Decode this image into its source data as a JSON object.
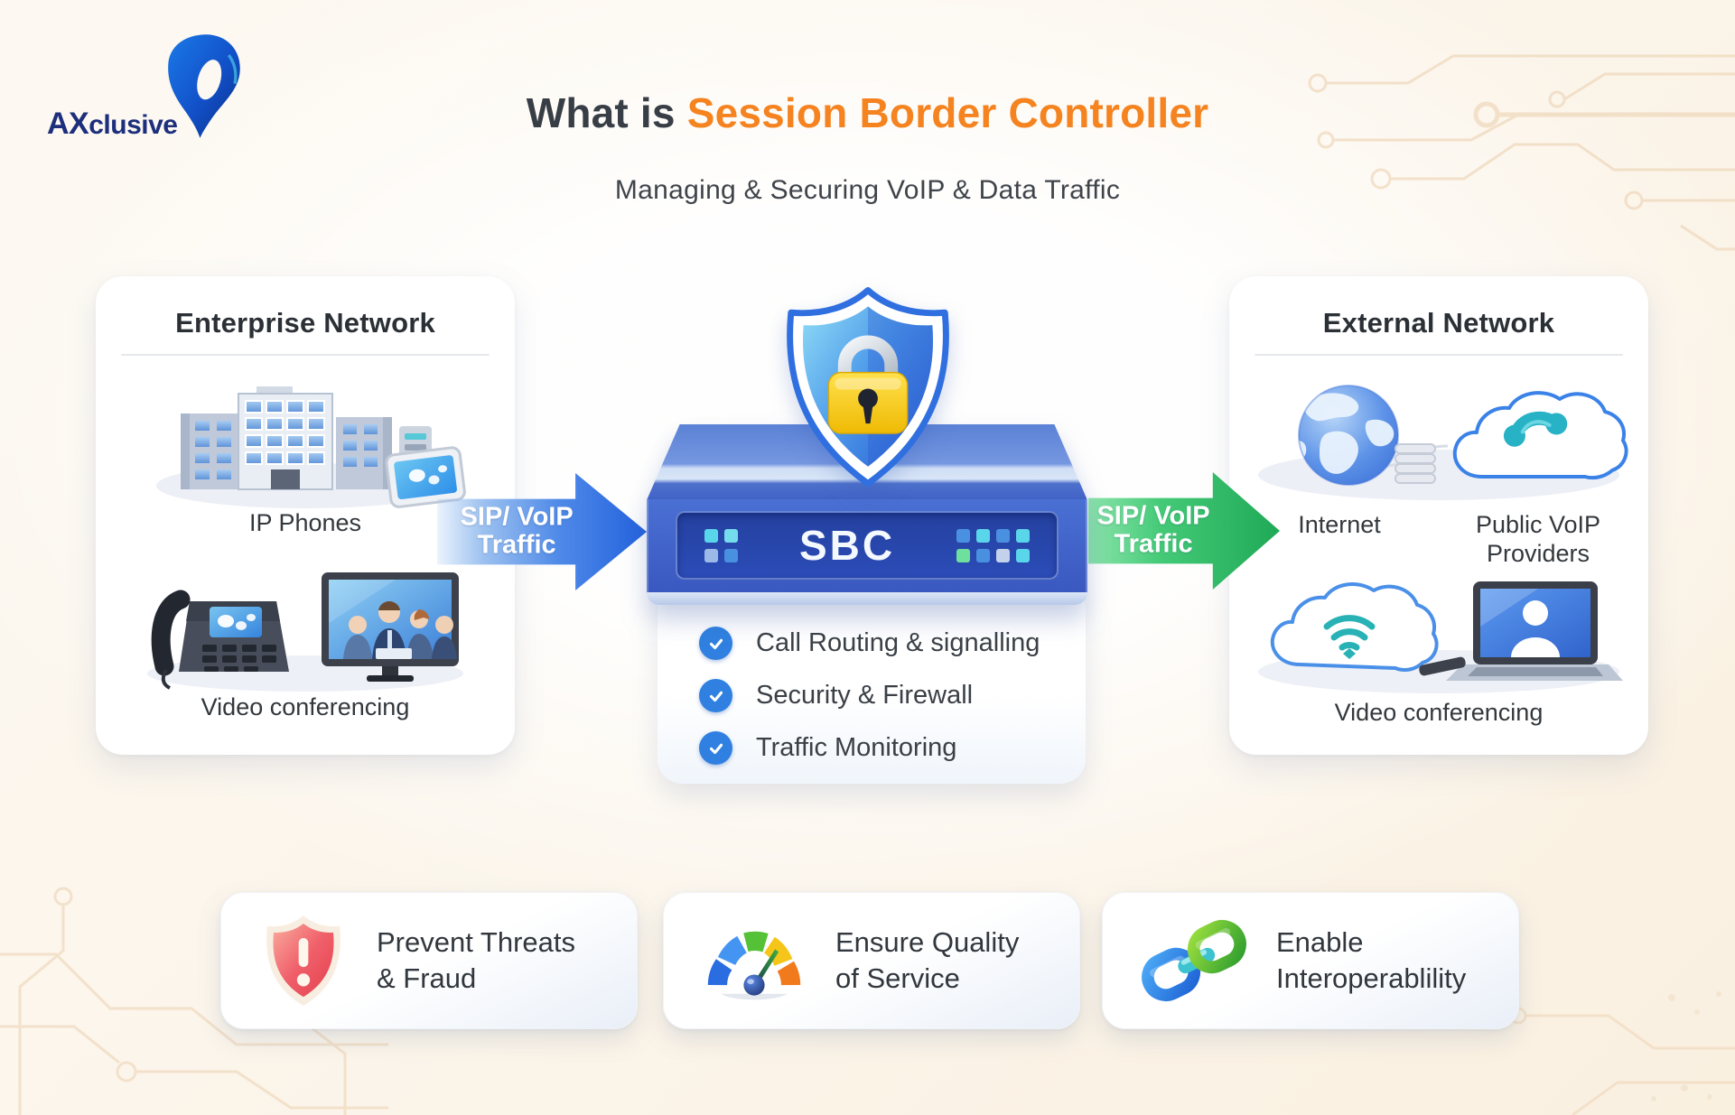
{
  "logo": {
    "brand_bold": "AX",
    "brand_rest": "clusive",
    "icon": "axclusive-drop-icon"
  },
  "header": {
    "title_prefix": "What is",
    "title_highlight": "Session Border Controller",
    "subtitle": "Managing & Securing VoIP & Data Traffic",
    "highlight_color": "#f5831f"
  },
  "enterprise_card": {
    "title": "Enterprise Network",
    "group1": {
      "icon": "office-buildings-icon",
      "label": "IP Phones"
    },
    "group2": {
      "icon": "ip-phone-and-monitor-icon",
      "label": "Video conferencing"
    }
  },
  "flow": {
    "left_arrow": {
      "line1": "SIP/ VoIP",
      "line2": "Traffic",
      "color": "#2e6be0",
      "direction": "right"
    },
    "right_arrow": {
      "line1": "SIP/ VoIP",
      "line2": "Traffic",
      "color": "#2fbf68",
      "direction": "right"
    }
  },
  "sbc": {
    "label": "SBC",
    "shield_icon": "security-shield-lock-icon",
    "features": [
      "Call Routing & signalling",
      "Security & Firewall",
      "Traffic Monitoring"
    ]
  },
  "external_card": {
    "title": "External Network",
    "internet_label": "Internet",
    "voip_label_line1": "Public VoIP",
    "voip_label_line2": "Providers",
    "video_label": "Video conferencing"
  },
  "benefits": [
    {
      "icon": "alert-shield-icon",
      "line1": "Prevent Threats",
      "line2": "& Fraud"
    },
    {
      "icon": "speed-gauge-icon",
      "line1": "Ensure Quality",
      "line2": "of Service"
    },
    {
      "icon": "chain-links-icon",
      "line1": "Enable",
      "line2": "Interoperablility"
    }
  ]
}
